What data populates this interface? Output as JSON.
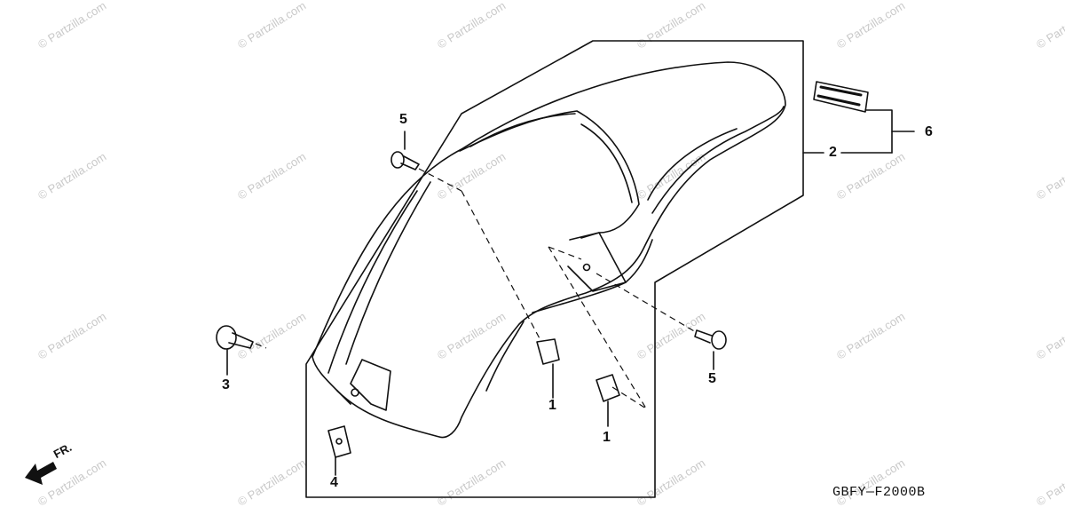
{
  "watermark": "© Partzilla.com",
  "callouts": {
    "c1a": "1",
    "c1b": "1",
    "c2": "2",
    "c3": "3",
    "c4": "4",
    "c5a": "5",
    "c5b": "5",
    "c6": "6"
  },
  "diagram_code": "GBFY—F2000B",
  "direction_label": "FR.",
  "colors": {
    "line": "#111111",
    "watermark": "#c9c9c9"
  }
}
